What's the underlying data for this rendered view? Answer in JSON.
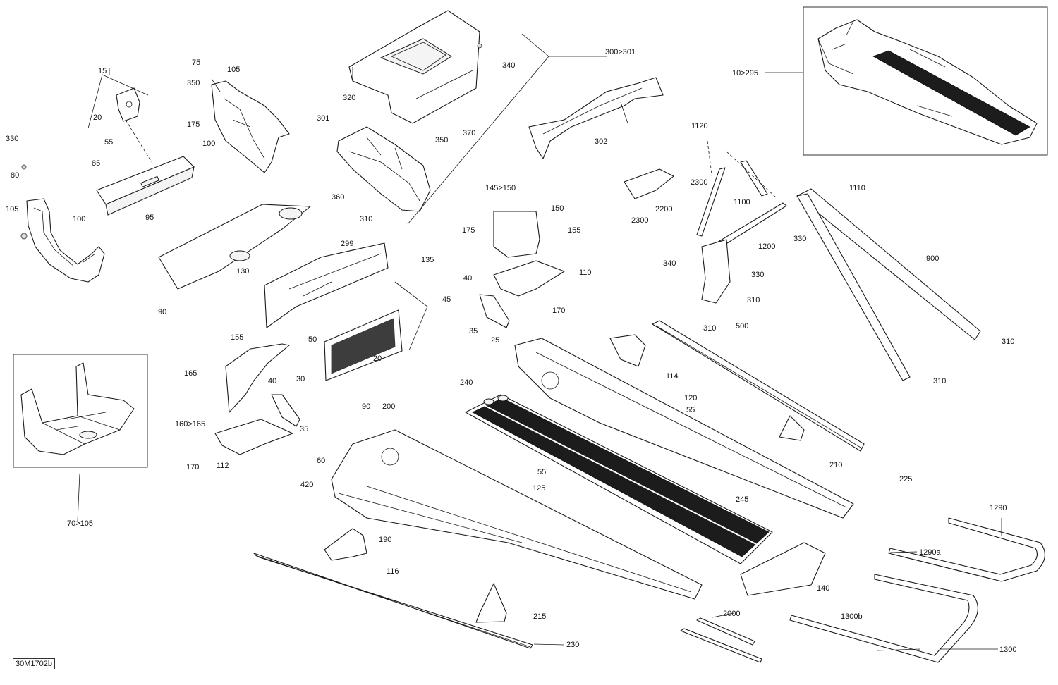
{
  "diagram": {
    "reference_code": "30M1702b",
    "callouts": {
      "c15": "15",
      "c20a": "20",
      "c55a": "55",
      "c85": "85",
      "c100a": "100",
      "c100b": "100",
      "c95": "95",
      "c175a": "175",
      "c330a": "330",
      "c80": "80",
      "c105a": "105",
      "c75": "75",
      "c350a": "350",
      "c105b": "105",
      "c90a": "90",
      "c340a": "340",
      "c320": "320",
      "c370": "370",
      "c350b": "350",
      "c301": "301",
      "c360": "360",
      "c310a": "310",
      "c300": "300>301",
      "c302": "302",
      "c299": "299",
      "c130": "130",
      "c135": "135",
      "c45": "45",
      "c50": "50",
      "c20b": "20",
      "c145": "145>150",
      "c150": "150",
      "c175b": "175",
      "c155a": "155",
      "c40a": "40",
      "c110": "110",
      "c170a": "170",
      "c35a": "35",
      "c25": "25",
      "c10": "10>295",
      "c1120": "1120",
      "c2300a": "2300",
      "c1100": "1100",
      "c1110": "1110",
      "c2200": "2200",
      "c2300b": "2300",
      "c330b": "330",
      "c1200": "1200",
      "c340b": "340",
      "c330c": "330",
      "c310b": "310",
      "c310c": "310",
      "c500": "500",
      "c900": "900",
      "c310d": "310",
      "c310e": "310",
      "c155b": "155",
      "c165": "165",
      "c40b": "40",
      "c30": "30",
      "c160": "160>165",
      "c35b": "35",
      "c170b": "170",
      "c112": "112",
      "c70": "70>105",
      "c240": "240",
      "c114": "114",
      "c120": "120",
      "c55b": "55",
      "c225": "225",
      "c210": "210",
      "c90b": "90",
      "c200": "200",
      "c60": "60",
      "c420": "420",
      "c55c": "55",
      "c125": "125",
      "c245": "245",
      "c190": "190",
      "c116": "116",
      "c140": "140",
      "c215": "215",
      "c230": "230",
      "c2000": "2000",
      "c1300b": "1300b",
      "c1290": "1290",
      "c1290a": "1290a",
      "c1300": "1300"
    }
  }
}
